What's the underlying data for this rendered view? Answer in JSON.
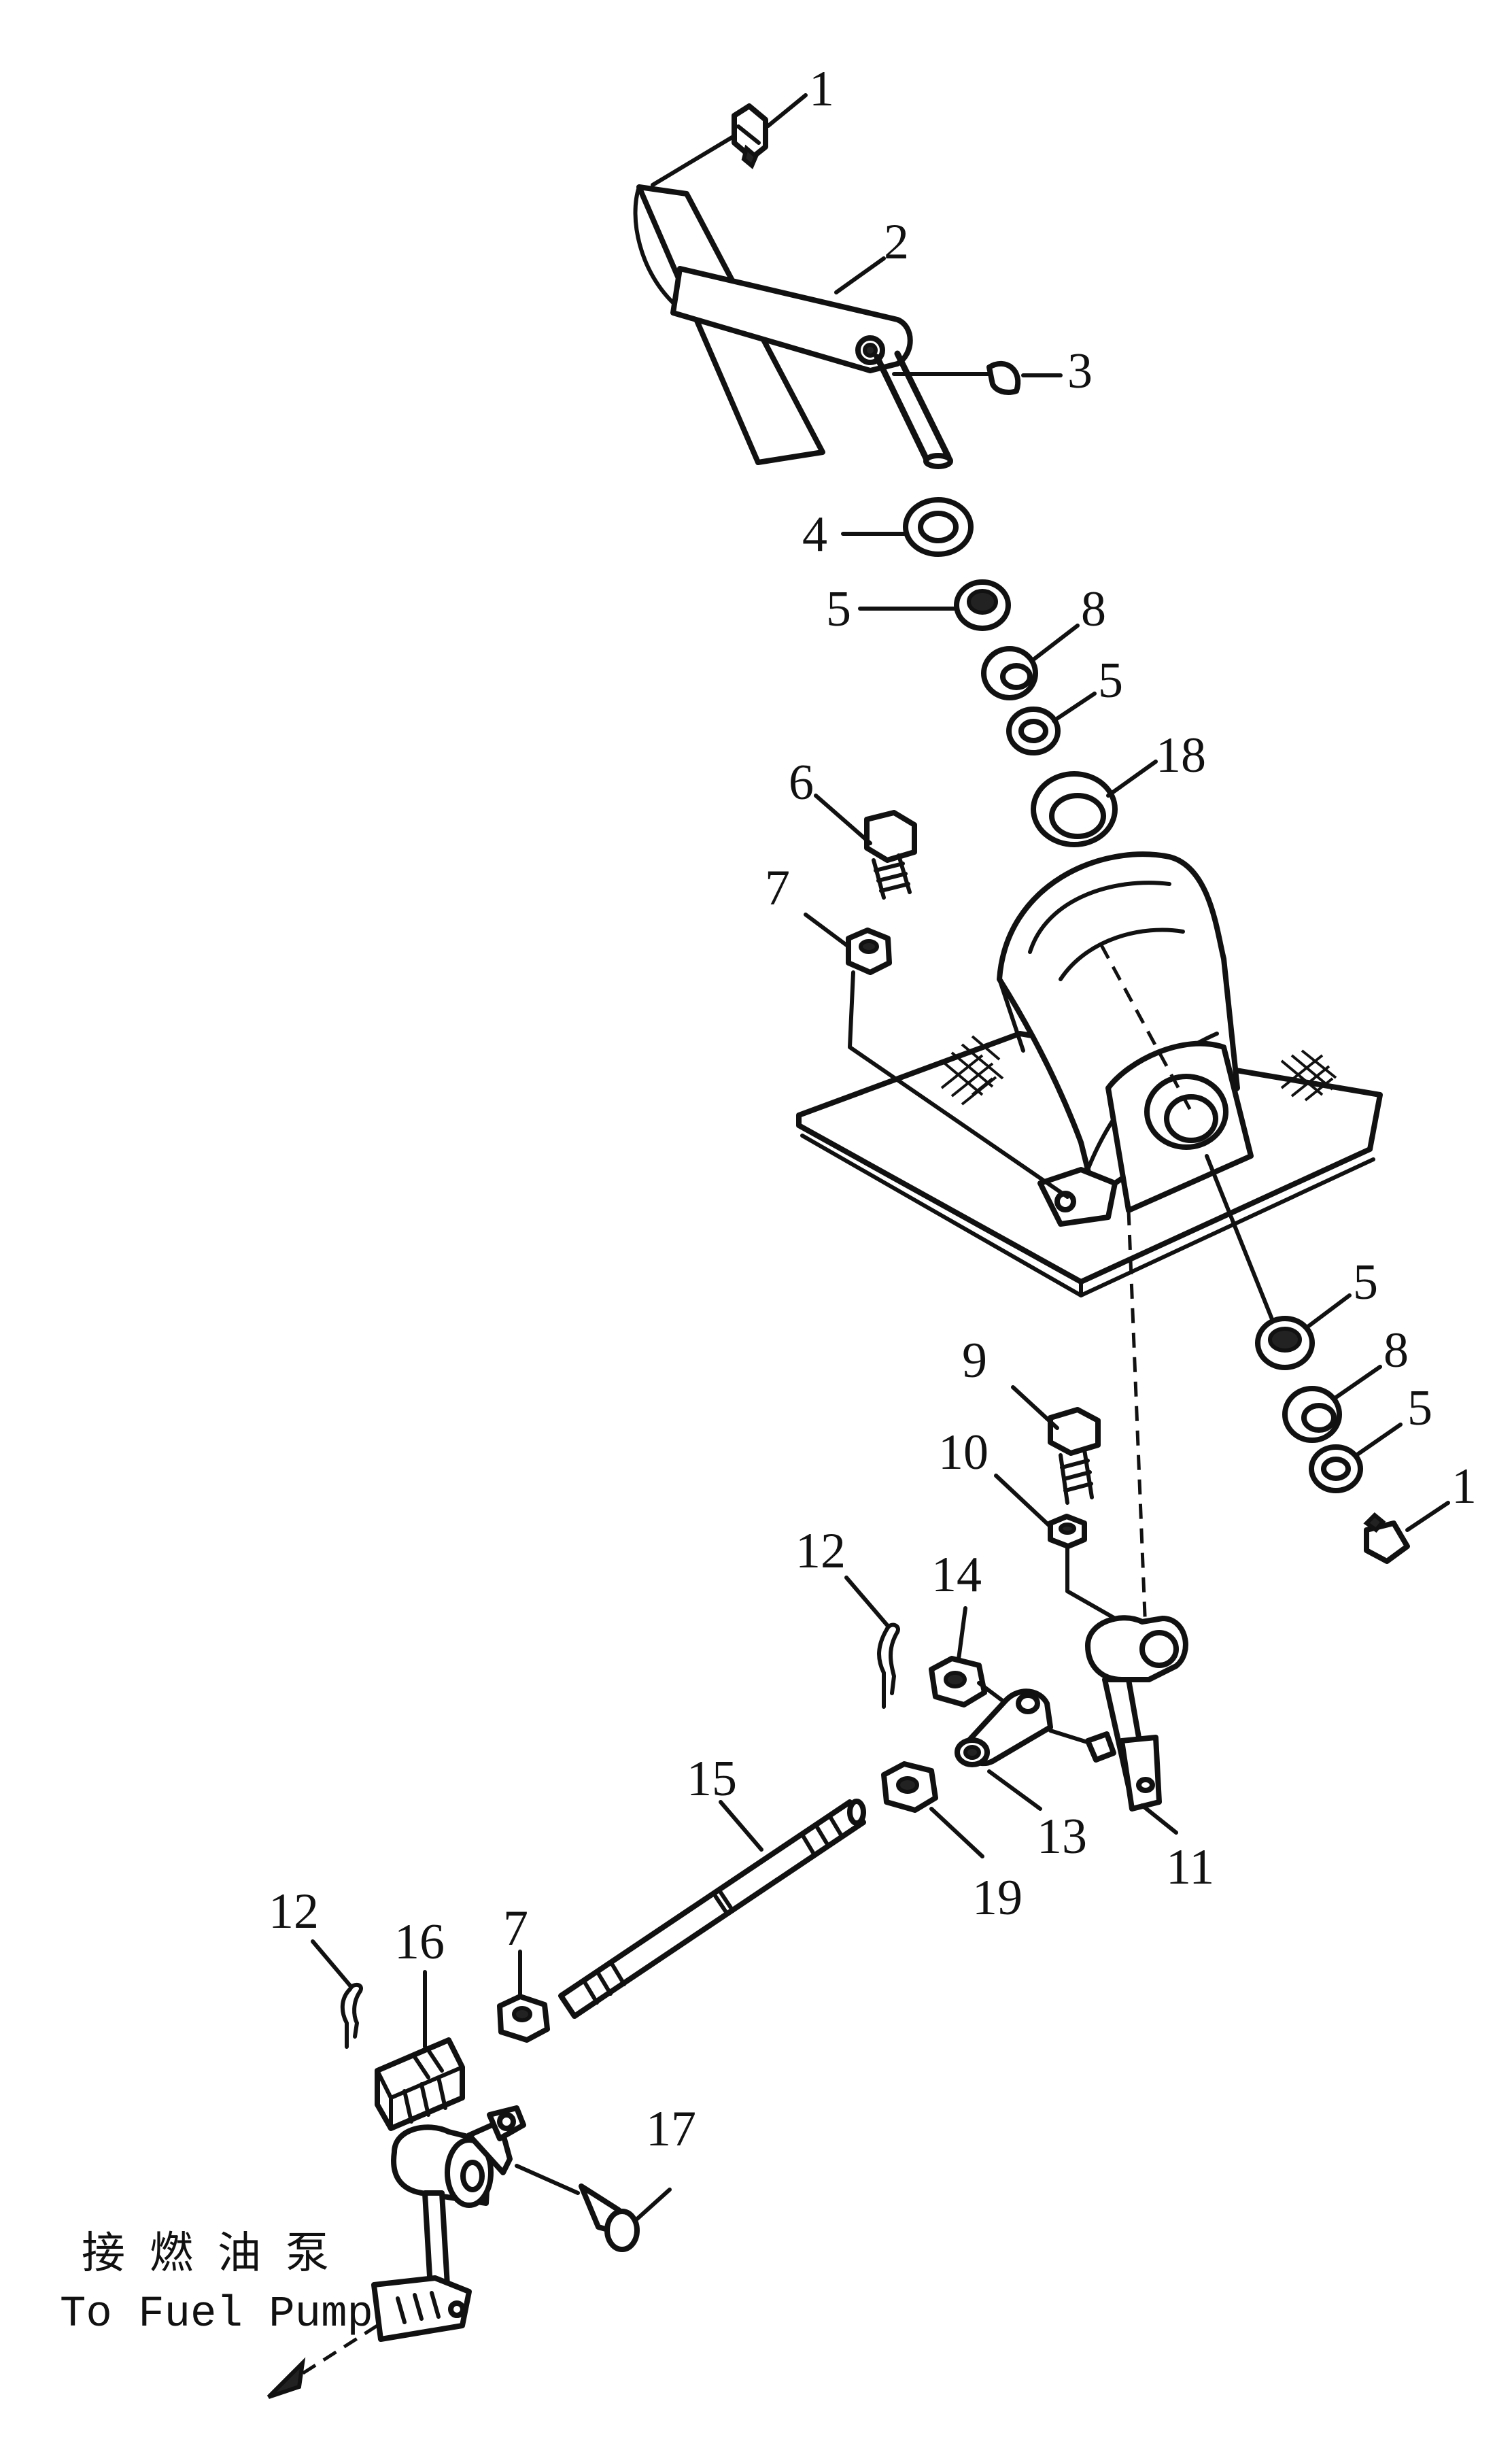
{
  "callouts": [
    {
      "id": "c1a",
      "text": "1"
    },
    {
      "id": "c2",
      "text": "2"
    },
    {
      "id": "c3",
      "text": "3"
    },
    {
      "id": "c4",
      "text": "4"
    },
    {
      "id": "c5a",
      "text": "5"
    },
    {
      "id": "c8a",
      "text": "8"
    },
    {
      "id": "c5b",
      "text": "5"
    },
    {
      "id": "c18",
      "text": "18"
    },
    {
      "id": "c6",
      "text": "6"
    },
    {
      "id": "c7a",
      "text": "7"
    },
    {
      "id": "c5c",
      "text": "5"
    },
    {
      "id": "c8b",
      "text": "8"
    },
    {
      "id": "c5d",
      "text": "5"
    },
    {
      "id": "c1b",
      "text": "1"
    },
    {
      "id": "c9",
      "text": "9"
    },
    {
      "id": "c10",
      "text": "10"
    },
    {
      "id": "c12a",
      "text": "12"
    },
    {
      "id": "c14",
      "text": "14"
    },
    {
      "id": "c13",
      "text": "13"
    },
    {
      "id": "c11",
      "text": "11"
    },
    {
      "id": "c15",
      "text": "15"
    },
    {
      "id": "c19",
      "text": "19"
    },
    {
      "id": "c12b",
      "text": "12"
    },
    {
      "id": "c16",
      "text": "16"
    },
    {
      "id": "c7b",
      "text": "7"
    },
    {
      "id": "c17",
      "text": "17"
    }
  ],
  "caption": {
    "chinese": "接燃油泵",
    "english": "To Fuel Pump"
  }
}
